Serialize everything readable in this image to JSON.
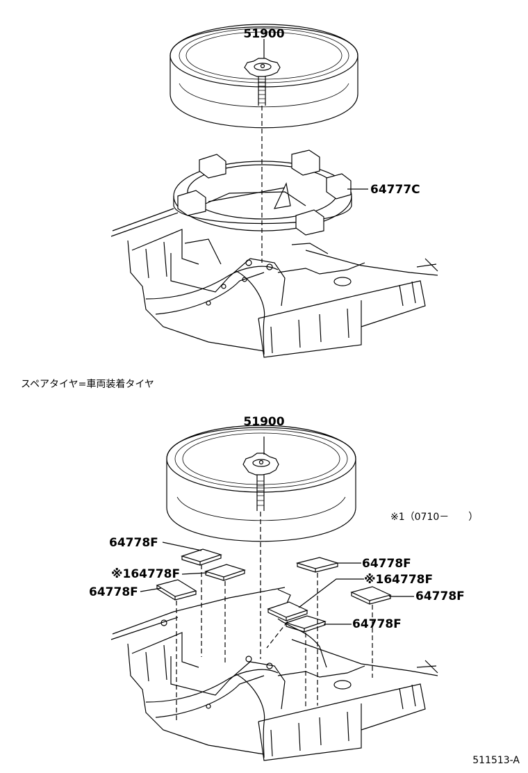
{
  "upper": {
    "label_tire": "51900",
    "label_support": "64777C"
  },
  "caption": "スペアタイヤ=車両装着タイヤ",
  "lower": {
    "label_tire": "51900",
    "note": "※1（0710－　　）",
    "labels": {
      "pad_left_top": "64778F",
      "pad_left_mid": "※164778F",
      "pad_left_bottom": "64778F",
      "pad_right_top": "64778F",
      "pad_right_mid": "※164778F",
      "pad_right_far": "64778F",
      "pad_right_bottom": "64778F"
    }
  },
  "figure_id": "511513-A"
}
